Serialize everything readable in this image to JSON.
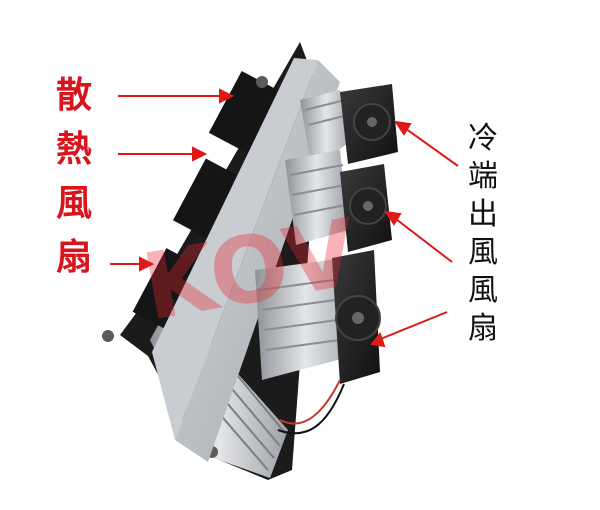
{
  "image": {
    "description_labels": {
      "left": [
        "散",
        "熱",
        "風",
        "扇"
      ],
      "right": [
        "冷",
        "端",
        "出",
        "風",
        "風",
        "扇"
      ]
    },
    "watermark": "KOV",
    "colors": {
      "left_label": "#d8141c",
      "right_label": "#111111",
      "arrow": "#e01818",
      "watermark": "#e8263088"
    }
  }
}
